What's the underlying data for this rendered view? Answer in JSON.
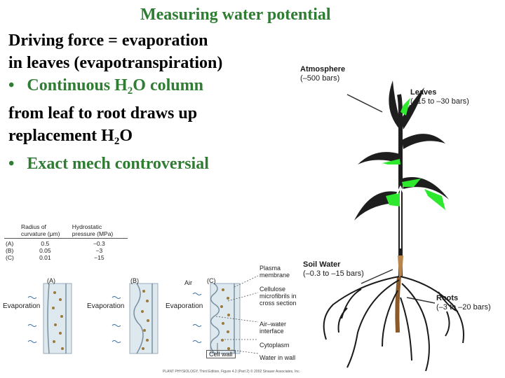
{
  "slide": {
    "title": "Measuring water potential",
    "lines": [
      "Driving force = evaporation",
      "in leaves (evapotranspiration)"
    ],
    "bullet1": {
      "pre": "Continuous H",
      "sub": "2",
      "post": "O column"
    },
    "line4": "from leaf to root draws up",
    "line5": {
      "pre": "replacement H",
      "sub": "2",
      "post": "O"
    },
    "bullet2": "Exact mech controversial",
    "bullet_char": "•"
  },
  "plant": {
    "atmosphere": {
      "name": "Atmosphere",
      "value": "(–500 bars)"
    },
    "leaves": {
      "name": "Leaves",
      "value": "(–15 to –30 bars)"
    },
    "soil_water": {
      "name": "Soil Water",
      "value": "(–0.3 to –15 bars)"
    },
    "roots": {
      "name": "Roots",
      "value": "(–3 to –20 bars)"
    }
  },
  "table": {
    "headers": [
      "",
      "Radius of curvature (μm)",
      "Hydrostatic pressure (MPa)"
    ],
    "rows": [
      {
        "label": "(A)",
        "radius": "0.5",
        "pressure": "−0.3"
      },
      {
        "label": "(B)",
        "radius": "0.05",
        "pressure": "−3"
      },
      {
        "label": "(C)",
        "radius": "0.01",
        "pressure": "−15"
      }
    ]
  },
  "cell_figure": {
    "panels": [
      "(A)",
      "(B)",
      "(C)"
    ],
    "evaporation": "Evaporation",
    "air": "Air",
    "cell_wall": "Cell wall",
    "callouts": [
      "Plasma membrane",
      "Cellulose microfibrils in cross section",
      "Air–water interface",
      "Cytoplasm",
      "Water in wall"
    ],
    "credit": "PLANT PHYSIOLOGY, Third Edition, Figure 4.2 (Part 2) © 2002 Sinauer Associates, Inc."
  },
  "colors": {
    "title": "#2e7d32",
    "text": "#000000",
    "leaf": "#1e1e1e",
    "leaf_highlight": "#2ee82e",
    "root": "#1a1a1a",
    "cell_fill": "#dde9ef",
    "dot": "#9a7a3a"
  }
}
